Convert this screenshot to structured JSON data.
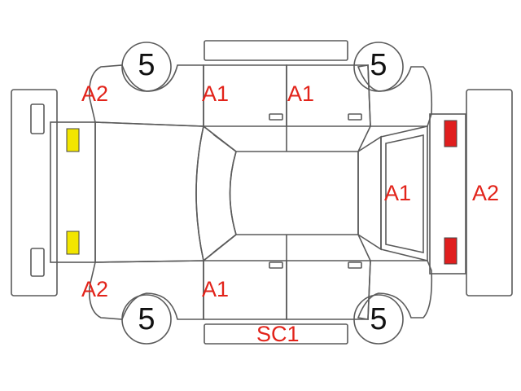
{
  "colors": {
    "line": "#5a5a5a",
    "label": "#e2231a",
    "front_lamp": "#f2e600",
    "rear_lamp": "#e01e1e"
  },
  "tires": {
    "front_left": "5",
    "front_right": "5",
    "rear_left": "5",
    "rear_right": "5"
  },
  "damage_labels": {
    "left_front_fender": "A2",
    "left_front_door": "A1",
    "left_rear_door": "A1",
    "right_front_fender": "A2",
    "right_front_door": "A1",
    "right_rocker": "SC1",
    "tailgate": "A1",
    "rear_bumper": "A2"
  },
  "icons": {
    "front_lamps": "headlight-icon",
    "rear_lamps": "taillight-icon"
  }
}
